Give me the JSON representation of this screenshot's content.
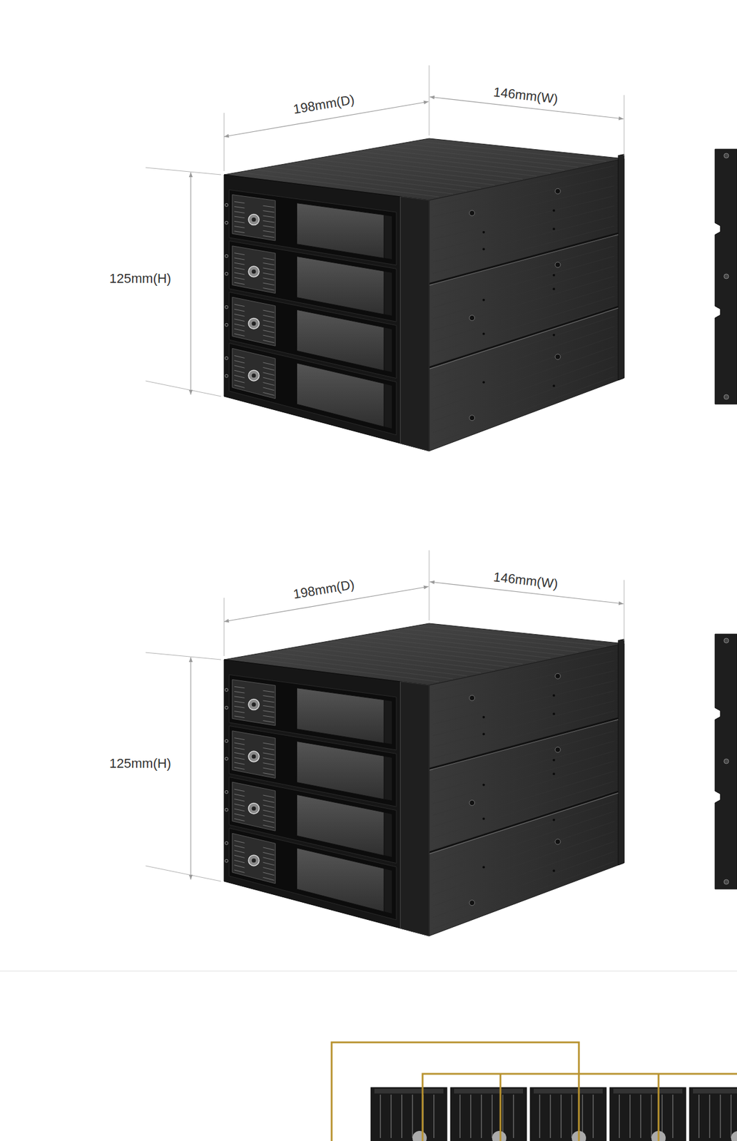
{
  "diagram": {
    "labels": [
      "198mm(D)",
      "146mm(W)",
      "125mm(H)",
      "198mm(D)",
      "146mm(W)",
      "125mm(H)"
    ]
  }
}
